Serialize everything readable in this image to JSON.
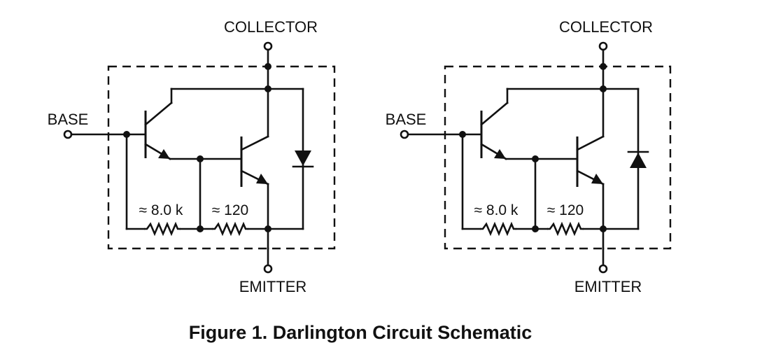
{
  "caption": "Figure 1. Darlington Circuit Schematic",
  "schematics": [
    {
      "collector_label": "COLLECTOR",
      "base_label": "BASE",
      "emitter_label": "EMITTER",
      "r1_label": "≈ 8.0 k",
      "r2_label": "≈ 120"
    },
    {
      "collector_label": "COLLECTOR",
      "base_label": "BASE",
      "emitter_label": "EMITTER",
      "r1_label": "≈ 8.0 k",
      "r2_label": "≈ 120"
    }
  ]
}
